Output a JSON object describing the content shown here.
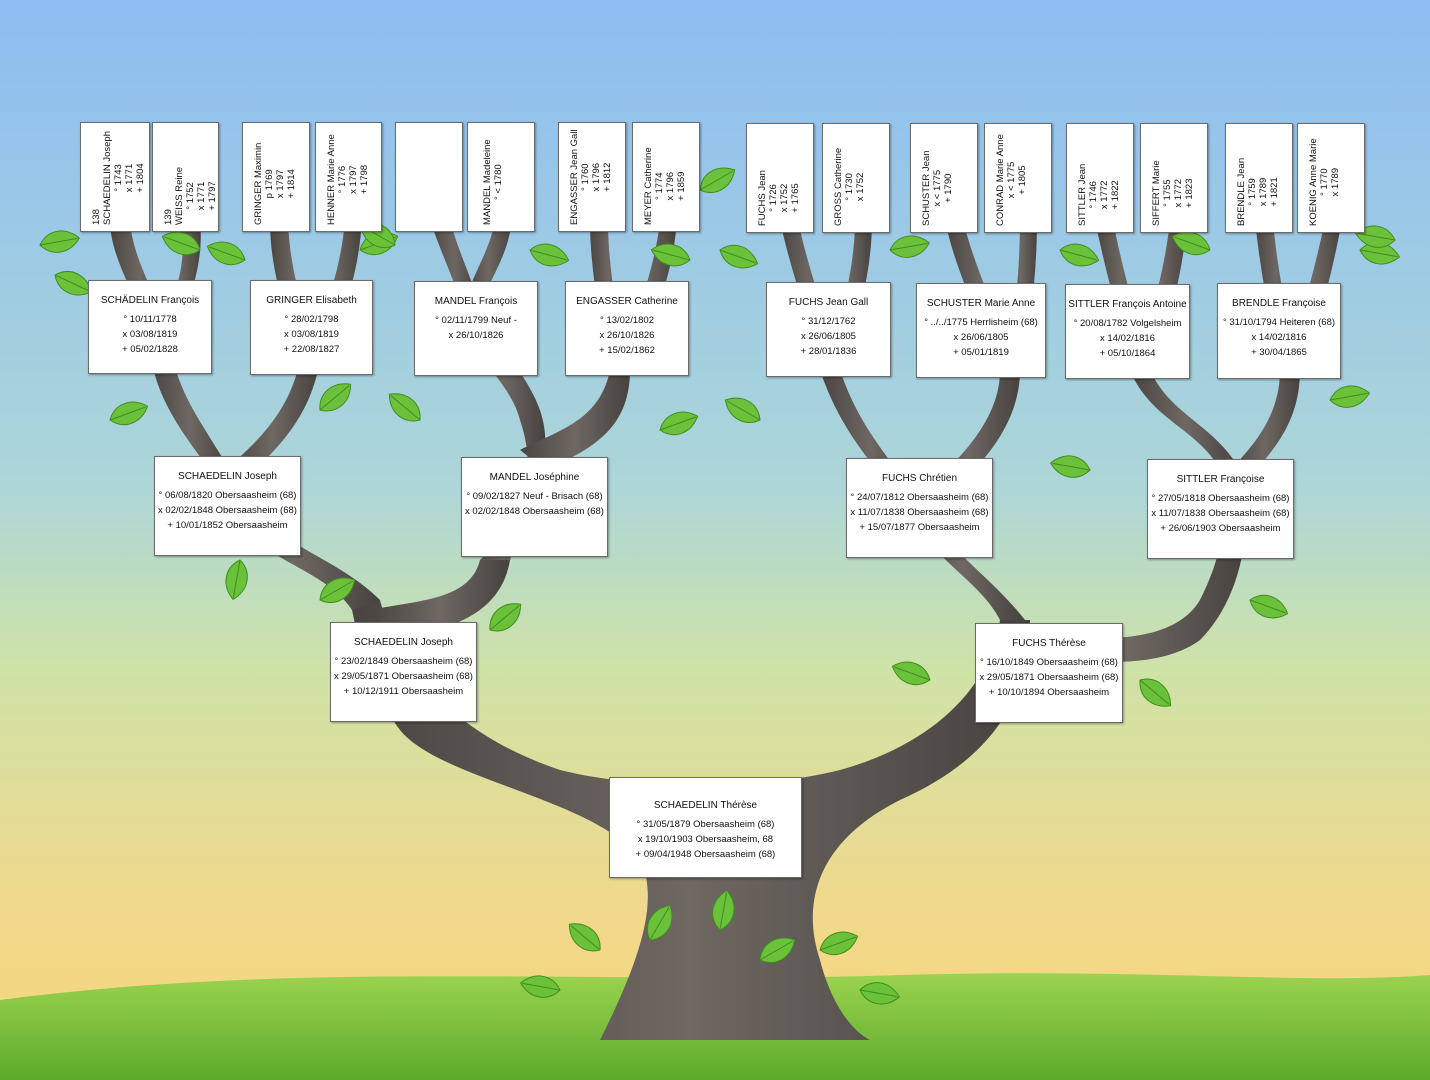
{
  "colors": {
    "sky_top": "#8dbdf2",
    "sky_mid": "#b8dcc4",
    "sky_low": "#f0d78a",
    "grass": "#7cc43a",
    "trunk": "#5a5450",
    "leaf": "#6fc23c"
  },
  "root": {
    "name": "SCHAEDELIN Thérèse",
    "lines": [
      "° 31/05/1879 Obersaasheim (68)",
      "x 19/10/1903 Obersaasheim, 68",
      "+ 09/04/1948 Obersaasheim (68)"
    ]
  },
  "parents": [
    {
      "name": "SCHAEDELIN Joseph",
      "lines": [
        "° 23/02/1849 Obersaasheim (68)",
        "x 29/05/1871 Obersaasheim (68)",
        "+ 10/12/1911 Obersaasheim"
      ]
    },
    {
      "name": "FUCHS Thérèse",
      "lines": [
        "° 16/10/1849 Obersaasheim (68)",
        "x 29/05/1871 Obersaasheim (68)",
        "+ 10/10/1894 Obersaasheim"
      ]
    }
  ],
  "grandparents": [
    {
      "name": "SCHAEDELIN Joseph",
      "lines": [
        "° 06/08/1820 Obersaasheim (68)",
        "x 02/02/1848 Obersaasheim (68)",
        "+ 10/01/1852 Obersaasheim"
      ]
    },
    {
      "name": "MANDEL Joséphine",
      "lines": [
        "° 09/02/1827 Neuf - Brisach (68)",
        "x 02/02/1848 Obersaasheim (68)"
      ]
    },
    {
      "name": "FUCHS Chrétien",
      "lines": [
        "° 24/07/1812 Obersaasheim (68)",
        "x 11/07/1838 Obersaasheim (68)",
        "+ 15/07/1877 Obersaasheim"
      ]
    },
    {
      "name": "SITTLER Françoise",
      "lines": [
        "° 27/05/1818 Obersaasheim (68)",
        "x 11/07/1838 Obersaasheim (68)",
        "+ 26/06/1903 Obersaasheim"
      ]
    }
  ],
  "great_grandparents": [
    {
      "name": "SCHÄDELIN François",
      "lines": [
        "° 10/11/1778",
        "x 03/08/1819",
        "+ 05/02/1828"
      ]
    },
    {
      "name": "GRINGER Elisabeth",
      "lines": [
        "° 28/02/1798",
        "x 03/08/1819",
        "+ 22/08/1827"
      ]
    },
    {
      "name": "MANDEL François",
      "lines": [
        "° 02/11/1799 Neuf -",
        "x 26/10/1826"
      ]
    },
    {
      "name": "ENGASSER Catherine",
      "lines": [
        "° 13/02/1802",
        "x 26/10/1826",
        "+ 15/02/1862"
      ]
    },
    {
      "name": "FUCHS Jean Gall",
      "lines": [
        "° 31/12/1762",
        "x 26/06/1805",
        "+ 28/01/1836"
      ]
    },
    {
      "name": "SCHUSTER Marie Anne",
      "lines": [
        "° ../../1775 Herrlisheim (68)",
        "x 26/06/1805",
        "+ 05/01/1819"
      ]
    },
    {
      "name": "SITTLER François Antoine",
      "lines": [
        "° 20/08/1782 Volgelsheim",
        "x 14/02/1816",
        "+ 05/10/1864"
      ]
    },
    {
      "name": "BRENDLE Françoise",
      "lines": [
        "° 31/10/1794 Heiteren (68)",
        "x 14/02/1816",
        "+ 30/04/1865"
      ]
    }
  ],
  "gen5": [
    {
      "num": "138",
      "name": "SCHAEDELIN Joseph",
      "lines": [
        "° 1743",
        "x 1771",
        "+ 1804"
      ]
    },
    {
      "num": "139",
      "name": "WEISS Reine",
      "lines": [
        "° 1752",
        "x 1771",
        "+ 1797"
      ]
    },
    {
      "name": "GRINGER Maximin",
      "lines": [
        "p 1769",
        "x 1797",
        "+ 1814"
      ]
    },
    {
      "name": "HENNER Marie Anne",
      "lines": [
        "° 1776",
        "x 1797",
        "+ 1798"
      ]
    },
    {
      "name": "",
      "lines": []
    },
    {
      "name": "MANDEL Madeleine",
      "lines": [
        "° < 1780"
      ]
    },
    {
      "name": "ENGASSER Jean Gall",
      "lines": [
        "° 1760",
        "x 1796",
        "+ 1812"
      ]
    },
    {
      "name": "MEYER Catherine",
      "lines": [
        "° 1774",
        "x 1796",
        "+ 1859"
      ]
    },
    {
      "name": "FUCHS Jean",
      "lines": [
        "° 1726",
        "x 1752",
        "+ 1765"
      ]
    },
    {
      "name": "GROSS Catherine",
      "lines": [
        "° 1730",
        "x 1752"
      ]
    },
    {
      "name": "SCHUSTER Jean",
      "lines": [
        "x < 1775",
        "+ 1790"
      ]
    },
    {
      "name": "CONRAD Marie Anne",
      "lines": [
        "x < 1775",
        "+ 1805"
      ]
    },
    {
      "name": "SITTLER Jean",
      "lines": [
        "° 1746",
        "x 1772",
        "+ 1822"
      ]
    },
    {
      "name": "SIFFERT Marie",
      "lines": [
        "° 1755",
        "x 1772",
        "+ 1823"
      ]
    },
    {
      "name": "BRENDLE Jean",
      "lines": [
        "° 1759",
        "x 1789",
        "+ 1821"
      ]
    },
    {
      "name": "KOENIG Anne Marie",
      "lines": [
        "° 1770",
        "x 1789"
      ]
    }
  ]
}
